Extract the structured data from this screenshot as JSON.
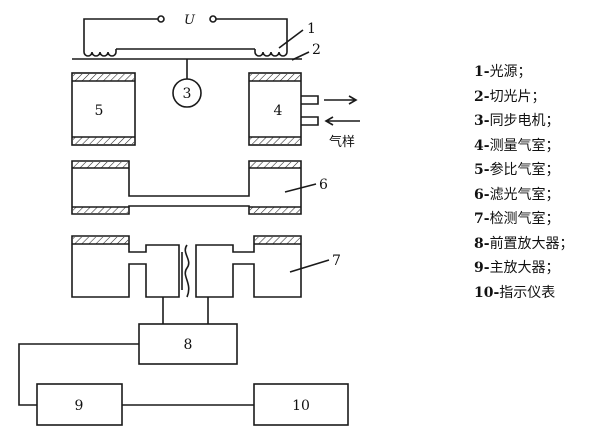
{
  "diagram": {
    "voltage_label": "U",
    "motor_label": "3",
    "callouts": {
      "c1": "1",
      "c2": "2",
      "c4": "4",
      "c5": "5",
      "c6": "6",
      "c7": "7"
    },
    "gas_sample_label": "气样",
    "box8": "8",
    "box9": "9",
    "box10": "10"
  },
  "legend": {
    "items": [
      {
        "num": "1-",
        "text": "光源；"
      },
      {
        "num": "2-",
        "text": "切光片；"
      },
      {
        "num": "3-",
        "text": "同步电机；"
      },
      {
        "num": "4-",
        "text": "测量气室；"
      },
      {
        "num": "5-",
        "text": "参比气室；"
      },
      {
        "num": "6-",
        "text": "滤光气室；"
      },
      {
        "num": "7-",
        "text": "检测气室；"
      },
      {
        "num": "8-",
        "text": "前置放大器；"
      },
      {
        "num": "9-",
        "text": "主放大器；"
      },
      {
        "num": "10-",
        "text": "指示仪表"
      }
    ]
  }
}
